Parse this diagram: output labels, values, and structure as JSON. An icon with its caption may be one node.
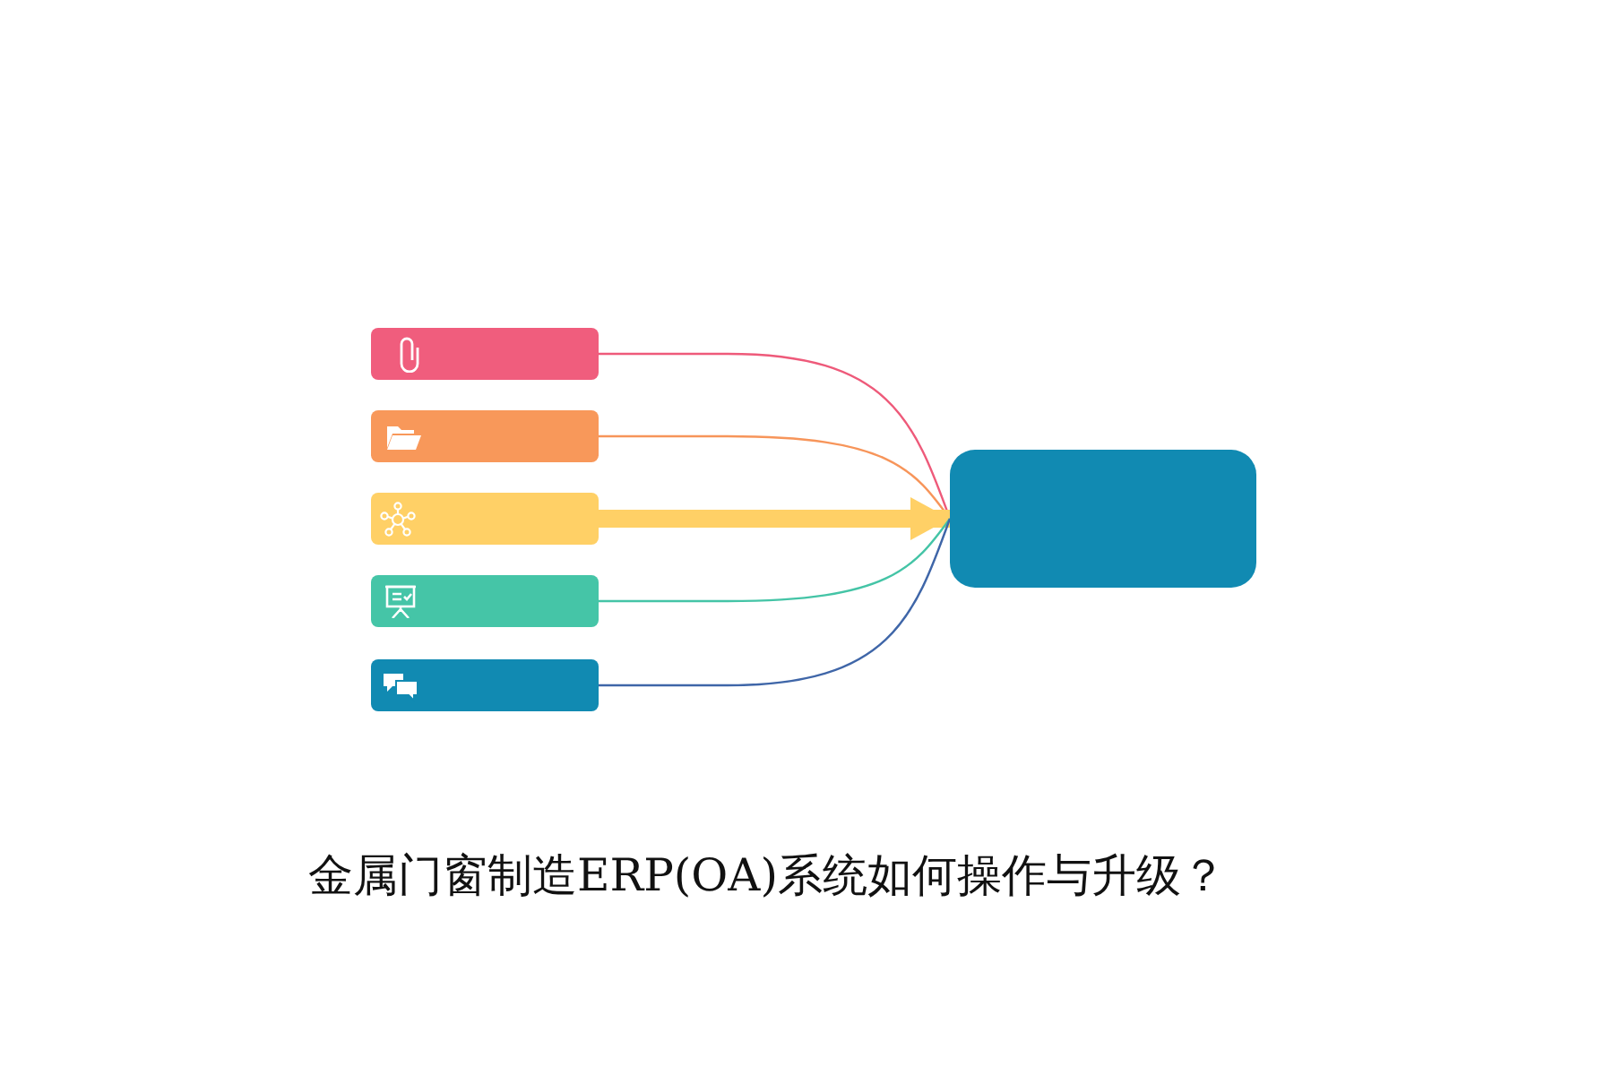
{
  "diagram": {
    "title": "金属门窗制造ERP(OA)系统如何操作与升级？",
    "nodes": [
      {
        "text": [],
        "shape": "box"
      },
      {
        "text": [],
        "shape": "box"
      },
      {
        "text": [],
        "shape": "box"
      },
      {
        "text": [],
        "shape": "box"
      },
      {
        "text": [],
        "shape": "box"
      },
      {
        "text": [],
        "shape": "box"
      }
    ],
    "edges": [
      {
        "from": 0,
        "to": 5,
        "arrow": "none",
        "color": "#ee5a7a"
      },
      {
        "from": 1,
        "to": 5,
        "arrow": "none",
        "color": "#f7955a"
      },
      {
        "from": 2,
        "to": 5,
        "arrow": "to",
        "style": "thick",
        "color": "#ffd066"
      },
      {
        "from": 3,
        "to": 5,
        "arrow": "none",
        "color": "#44c4a6"
      },
      {
        "from": 4,
        "to": 5,
        "arrow": "none",
        "color": "#3f66a8"
      }
    ]
  }
}
